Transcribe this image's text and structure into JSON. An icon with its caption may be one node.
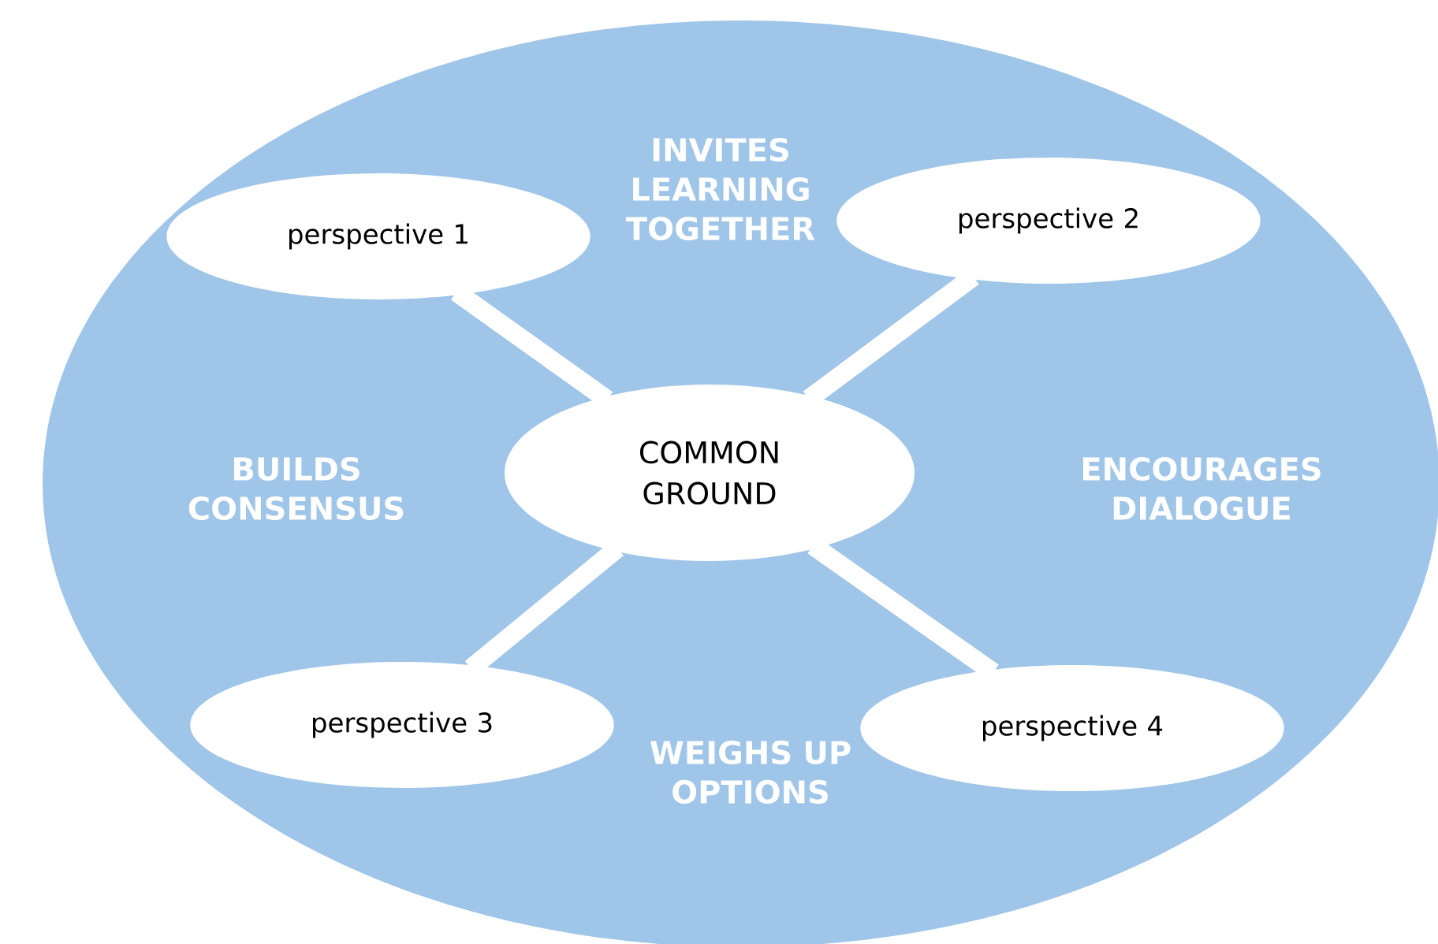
{
  "diagram": {
    "nodes": [
      {
        "text": [
          "INVITES LEARNING TOGETHER",
          "BUILDS CONSENSUS",
          "ENCOURAGES DIALOGUE",
          "WEIGHS UP OPTIONS"
        ]
      },
      {
        "text": [
          "COMMON GROUND"
        ],
        "in": 0
      },
      {
        "text": [
          "perspective 1"
        ],
        "in": 0
      },
      {
        "text": [
          "perspective 2"
        ],
        "in": 0
      },
      {
        "text": [
          "perspective 3"
        ],
        "in": 0
      },
      {
        "text": [
          "perspective 4"
        ],
        "in": 0
      }
    ],
    "edges": [
      {
        "from": 1,
        "to": 2,
        "arrow": "none"
      },
      {
        "from": 1,
        "to": 3,
        "arrow": "none"
      },
      {
        "from": 1,
        "to": 4,
        "arrow": "none"
      },
      {
        "from": 1,
        "to": 5,
        "arrow": "none"
      }
    ]
  }
}
